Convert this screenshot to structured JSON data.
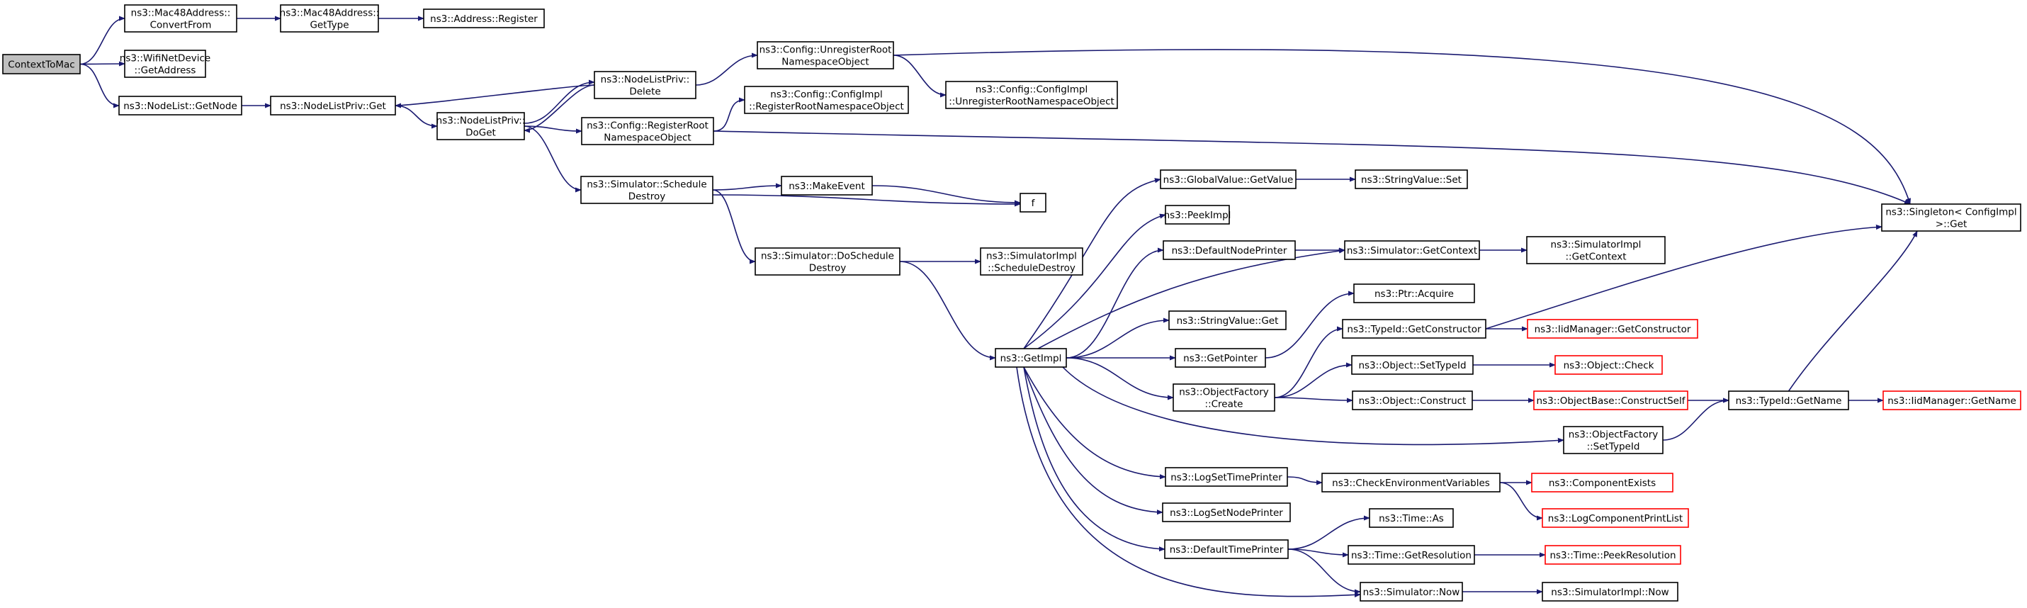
{
  "colors": {
    "edge": "#191970",
    "node_fill": "#ffffff",
    "node_border": "#000000",
    "root_fill": "#bfbfbf",
    "external_border": "#ff0000"
  },
  "nodes": [
    {
      "id": "ContextToMac",
      "lines": [
        "ContextToMac"
      ],
      "style": "root"
    },
    {
      "id": "ConvertFrom",
      "lines": [
        "ns3::Mac48Address::",
        "ConvertFrom"
      ]
    },
    {
      "id": "GetAddress",
      "lines": [
        "ns3::WifiNetDevice",
        "::GetAddress"
      ]
    },
    {
      "id": "NodeListGetNode",
      "lines": [
        "ns3::NodeList::GetNode"
      ]
    },
    {
      "id": "Mac48GetType",
      "lines": [
        "ns3::Mac48Address::",
        "GetType"
      ]
    },
    {
      "id": "AddressRegister",
      "lines": [
        "ns3::Address::Register"
      ]
    },
    {
      "id": "NodeListPrivGet",
      "lines": [
        "ns3::NodeListPriv::Get"
      ]
    },
    {
      "id": "NodeListPrivDelete",
      "lines": [
        "ns3::NodeListPriv::",
        "Delete"
      ]
    },
    {
      "id": "NodeListPrivDoGet",
      "lines": [
        "ns3::NodeListPriv::",
        "DoGet"
      ]
    },
    {
      "id": "ConfigUnregRoot",
      "lines": [
        "ns3::Config::UnregisterRoot",
        "NamespaceObject"
      ]
    },
    {
      "id": "ConfigImplUnreg",
      "lines": [
        "ns3::Config::ConfigImpl",
        "::UnregisterRootNamespaceObject"
      ]
    },
    {
      "id": "ConfigImplReg",
      "lines": [
        "ns3::Config::ConfigImpl",
        "::RegisterRootNamespaceObject"
      ]
    },
    {
      "id": "ConfigRegRoot",
      "lines": [
        "ns3::Config::RegisterRoot",
        "NamespaceObject"
      ]
    },
    {
      "id": "SimScheduleDestroy",
      "lines": [
        "ns3::Simulator::Schedule",
        "Destroy"
      ]
    },
    {
      "id": "MakeEvent",
      "lines": [
        "ns3::MakeEvent"
      ]
    },
    {
      "id": "f",
      "lines": [
        "f"
      ]
    },
    {
      "id": "SimDoScheduleDestroy",
      "lines": [
        "ns3::Simulator::DoSchedule",
        "Destroy"
      ]
    },
    {
      "id": "SimImplScheduleDestroy",
      "lines": [
        "ns3::SimulatorImpl",
        "::ScheduleDestroy"
      ]
    },
    {
      "id": "GetImpl",
      "lines": [
        "ns3::GetImpl"
      ]
    },
    {
      "id": "GlobalValueGetValue",
      "lines": [
        "ns3::GlobalValue::GetValue"
      ]
    },
    {
      "id": "StringValueSet",
      "lines": [
        "ns3::StringValue::Set"
      ]
    },
    {
      "id": "PeekImpl",
      "lines": [
        "ns3::PeekImpl"
      ]
    },
    {
      "id": "DefaultNodePrinter",
      "lines": [
        "ns3::DefaultNodePrinter"
      ]
    },
    {
      "id": "SimGetContext",
      "lines": [
        "ns3::Simulator::GetContext"
      ]
    },
    {
      "id": "SimImplGetContext",
      "lines": [
        "ns3::SimulatorImpl",
        "::GetContext"
      ]
    },
    {
      "id": "PtrAcquire",
      "lines": [
        "ns3::Ptr::Acquire"
      ]
    },
    {
      "id": "StringValueGet",
      "lines": [
        "ns3::StringValue::Get"
      ]
    },
    {
      "id": "TypeIdGetConstructor",
      "lines": [
        "ns3::TypeId::GetConstructor"
      ]
    },
    {
      "id": "IidGetConstructor",
      "lines": [
        "ns3::IidManager::GetConstructor"
      ],
      "style": "external"
    },
    {
      "id": "GetPointer",
      "lines": [
        "ns3::GetPointer"
      ]
    },
    {
      "id": "ObjectSetTypeId",
      "lines": [
        "ns3::Object::SetTypeId"
      ]
    },
    {
      "id": "ObjectCheck",
      "lines": [
        "ns3::Object::Check"
      ],
      "style": "external"
    },
    {
      "id": "ObjectFactoryCreate",
      "lines": [
        "ns3::ObjectFactory",
        "::Create"
      ]
    },
    {
      "id": "ObjectConstruct",
      "lines": [
        "ns3::Object::Construct"
      ]
    },
    {
      "id": "ObjectBaseConstructSelf",
      "lines": [
        "ns3::ObjectBase::ConstructSelf"
      ],
      "style": "external"
    },
    {
      "id": "TypeIdGetName",
      "lines": [
        "ns3::TypeId::GetName"
      ]
    },
    {
      "id": "IidGetName",
      "lines": [
        "ns3::IidManager::GetName"
      ],
      "style": "external"
    },
    {
      "id": "ObjectFactorySetTypeId",
      "lines": [
        "ns3::ObjectFactory",
        "::SetTypeId"
      ]
    },
    {
      "id": "SingletonGet",
      "lines": [
        "ns3::Singleton< ConfigImpl",
        " >::Get"
      ]
    },
    {
      "id": "LogSetTimePrinter",
      "lines": [
        "ns3::LogSetTimePrinter"
      ]
    },
    {
      "id": "CheckEnvVars",
      "lines": [
        "ns3::CheckEnvironmentVariables"
      ]
    },
    {
      "id": "ComponentExists",
      "lines": [
        "ns3::ComponentExists"
      ],
      "style": "external"
    },
    {
      "id": "LogComponentPrintList",
      "lines": [
        "ns3::LogComponentPrintList"
      ],
      "style": "external"
    },
    {
      "id": "LogSetNodePrinter",
      "lines": [
        "ns3::LogSetNodePrinter"
      ]
    },
    {
      "id": "DefaultTimePrinter",
      "lines": [
        "ns3::DefaultTimePrinter"
      ]
    },
    {
      "id": "TimeAs",
      "lines": [
        "ns3::Time::As"
      ]
    },
    {
      "id": "TimeGetResolution",
      "lines": [
        "ns3::Time::GetResolution"
      ]
    },
    {
      "id": "TimePeekResolution",
      "lines": [
        "ns3::Time::PeekResolution"
      ],
      "style": "external"
    },
    {
      "id": "SimNow",
      "lines": [
        "ns3::Simulator::Now"
      ]
    },
    {
      "id": "SimImplNow",
      "lines": [
        "ns3::SimulatorImpl::Now"
      ]
    }
  ],
  "edges": [
    [
      "ContextToMac",
      "ConvertFrom"
    ],
    [
      "ContextToMac",
      "GetAddress"
    ],
    [
      "ContextToMac",
      "NodeListGetNode"
    ],
    [
      "ConvertFrom",
      "Mac48GetType"
    ],
    [
      "Mac48GetType",
      "AddressRegister"
    ],
    [
      "NodeListGetNode",
      "NodeListPrivGet"
    ],
    [
      "NodeListPrivGet",
      "NodeListPrivDoGet"
    ],
    [
      "NodeListPrivDelete",
      "NodeListPrivGet"
    ],
    [
      "NodeListPrivDelete",
      "NodeListPrivDoGet"
    ],
    [
      "NodeListPrivDoGet",
      "NodeListPrivDelete"
    ],
    [
      "NodeListPrivDoGet",
      "ConfigRegRoot"
    ],
    [
      "NodeListPrivDoGet",
      "SimScheduleDestroy"
    ],
    [
      "NodeListPrivDelete",
      "ConfigUnregRoot"
    ],
    [
      "ConfigUnregRoot",
      "ConfigImplUnreg"
    ],
    [
      "ConfigUnregRoot",
      "SingletonGet"
    ],
    [
      "ConfigRegRoot",
      "ConfigImplReg"
    ],
    [
      "ConfigRegRoot",
      "SingletonGet"
    ],
    [
      "SimScheduleDestroy",
      "MakeEvent"
    ],
    [
      "SimScheduleDestroy",
      "f"
    ],
    [
      "MakeEvent",
      "f"
    ],
    [
      "SimScheduleDestroy",
      "SimDoScheduleDestroy"
    ],
    [
      "SimDoScheduleDestroy",
      "SimImplScheduleDestroy"
    ],
    [
      "SimDoScheduleDestroy",
      "GetImpl"
    ],
    [
      "GetImpl",
      "GlobalValueGetValue"
    ],
    [
      "GetImpl",
      "PeekImpl"
    ],
    [
      "GetImpl",
      "DefaultNodePrinter"
    ],
    [
      "GetImpl",
      "SimGetContext"
    ],
    [
      "GetImpl",
      "StringValueGet"
    ],
    [
      "GetImpl",
      "GetPointer"
    ],
    [
      "GetImpl",
      "ObjectFactoryCreate"
    ],
    [
      "GetImpl",
      "ObjectFactorySetTypeId"
    ],
    [
      "GetImpl",
      "LogSetTimePrinter"
    ],
    [
      "GetImpl",
      "LogSetNodePrinter"
    ],
    [
      "GetImpl",
      "DefaultTimePrinter"
    ],
    [
      "GetImpl",
      "SimNow"
    ],
    [
      "GlobalValueGetValue",
      "StringValueSet"
    ],
    [
      "DefaultNodePrinter",
      "SimGetContext"
    ],
    [
      "SimGetContext",
      "SimImplGetContext"
    ],
    [
      "GetPointer",
      "PtrAcquire"
    ],
    [
      "ObjectFactoryCreate",
      "TypeIdGetConstructor"
    ],
    [
      "ObjectFactoryCreate",
      "ObjectSetTypeId"
    ],
    [
      "ObjectFactoryCreate",
      "ObjectConstruct"
    ],
    [
      "TypeIdGetConstructor",
      "IidGetConstructor"
    ],
    [
      "TypeIdGetConstructor",
      "SingletonGet"
    ],
    [
      "ObjectSetTypeId",
      "ObjectCheck"
    ],
    [
      "ObjectConstruct",
      "ObjectBaseConstructSelf"
    ],
    [
      "ObjectBaseConstructSelf",
      "TypeIdGetName"
    ],
    [
      "ObjectFactorySetTypeId",
      "TypeIdGetName"
    ],
    [
      "TypeIdGetName",
      "IidGetName"
    ],
    [
      "TypeIdGetName",
      "SingletonGet"
    ],
    [
      "LogSetTimePrinter",
      "CheckEnvVars"
    ],
    [
      "CheckEnvVars",
      "ComponentExists"
    ],
    [
      "CheckEnvVars",
      "LogComponentPrintList"
    ],
    [
      "DefaultTimePrinter",
      "TimeAs"
    ],
    [
      "DefaultTimePrinter",
      "TimeGetResolution"
    ],
    [
      "DefaultTimePrinter",
      "SimNow"
    ],
    [
      "TimeGetResolution",
      "TimePeekResolution"
    ],
    [
      "SimNow",
      "SimImplNow"
    ]
  ]
}
